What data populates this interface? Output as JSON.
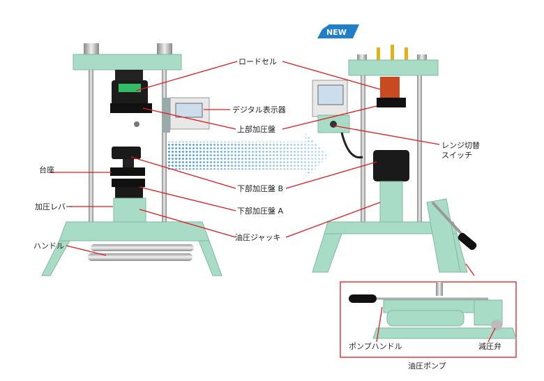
{
  "badge": {
    "label": "NEW"
  },
  "labels": {
    "load_cell": "ロードセル",
    "digital_display": "デジタル表示器",
    "upper_platen": "上部加圧盤",
    "range_switch_line1": "レンジ切替",
    "range_switch_line2": "スイッチ",
    "pedestal": "台座",
    "pressure_lever": "加圧レバー",
    "lower_platen_b": "下部加圧盤 B",
    "lower_platen_a": "下部加圧盤 A",
    "handle": "ハンドル",
    "hydraulic_jack": "油圧ジャッキ",
    "pump_handle": "ポンプハンドル",
    "pressure_relief_valve": "減圧弁",
    "hydraulic_pump": "油圧ポンプ"
  },
  "colors": {
    "machine": "#a9dcc6",
    "leader": "#e0191e",
    "arrow": "#2a8fd8"
  }
}
